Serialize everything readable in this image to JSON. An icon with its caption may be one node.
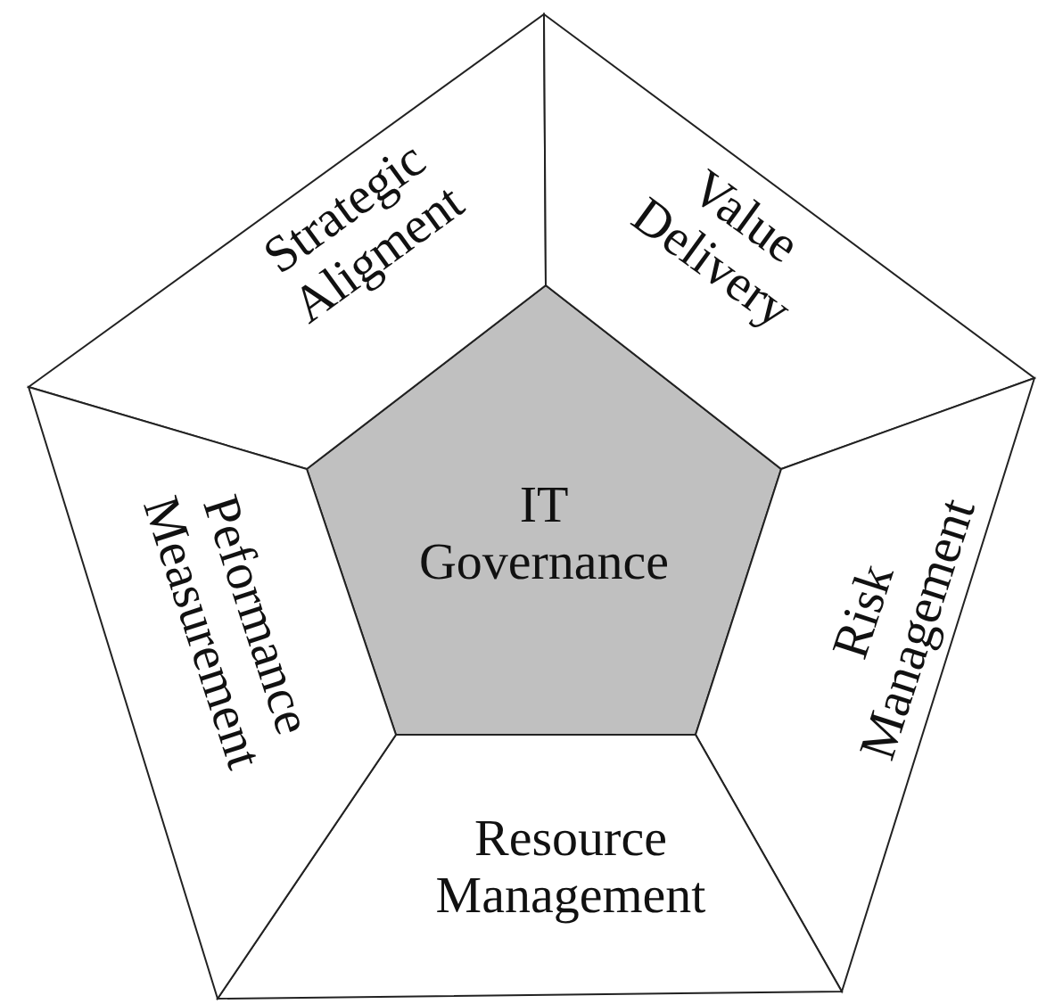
{
  "diagram": {
    "nodes": [
      {
        "text": [
          "IT Governance"
        ]
      },
      {
        "text": [
          "Strategic Aligment"
        ]
      },
      {
        "text": [
          "Value Delivery"
        ]
      },
      {
        "text": [
          "Risk Management"
        ]
      },
      {
        "text": [
          "Resource Management"
        ]
      },
      {
        "text": [
          "Peformance Measurement"
        ]
      }
    ]
  }
}
